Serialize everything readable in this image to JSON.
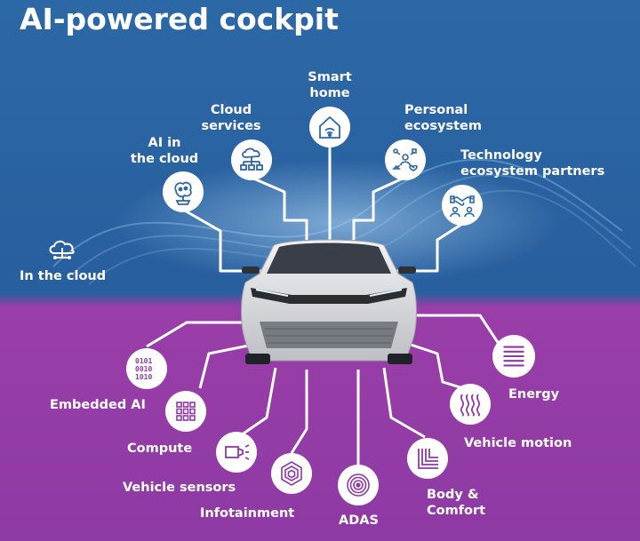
{
  "title": "AI-powered cockpit",
  "colors": {
    "top_background": "#2d68a6",
    "bottom_background": "#8e3aa4",
    "connector": "#ffffff",
    "icon_blue": "#2d68a6",
    "icon_purple": "#8e3aa4"
  },
  "cloud_side": {
    "label": "In the cloud",
    "icon": "cloud-network-icon",
    "nodes": [
      {
        "label": "AI in\nthe cloud",
        "icon": "ai-brain-icon"
      },
      {
        "label": "Cloud\nservices",
        "icon": "cloud-hierarchy-icon"
      },
      {
        "label": "Smart\nhome",
        "icon": "home-wifi-icon"
      },
      {
        "label": "Personal\necosystem",
        "icon": "personal-ecosystem-icon"
      },
      {
        "label": "Technology\necosystem partners",
        "icon": "handshake-partners-icon"
      }
    ]
  },
  "embedded_side": {
    "nodes": [
      {
        "label": "Embedded AI",
        "icon": "binary-code-icon"
      },
      {
        "label": "Compute",
        "icon": "grid-chip-icon"
      },
      {
        "label": "Vehicle sensors",
        "icon": "sensor-camera-icon"
      },
      {
        "label": "Infotainment",
        "icon": "hexagon-layers-icon"
      },
      {
        "label": "ADAS",
        "icon": "concentric-circles-icon"
      },
      {
        "label": "Body &\nComfort",
        "icon": "nested-corners-icon"
      },
      {
        "label": "Vehicle motion",
        "icon": "wave-lines-icon"
      },
      {
        "label": "Energy",
        "icon": "horizontal-bars-icon"
      }
    ]
  }
}
